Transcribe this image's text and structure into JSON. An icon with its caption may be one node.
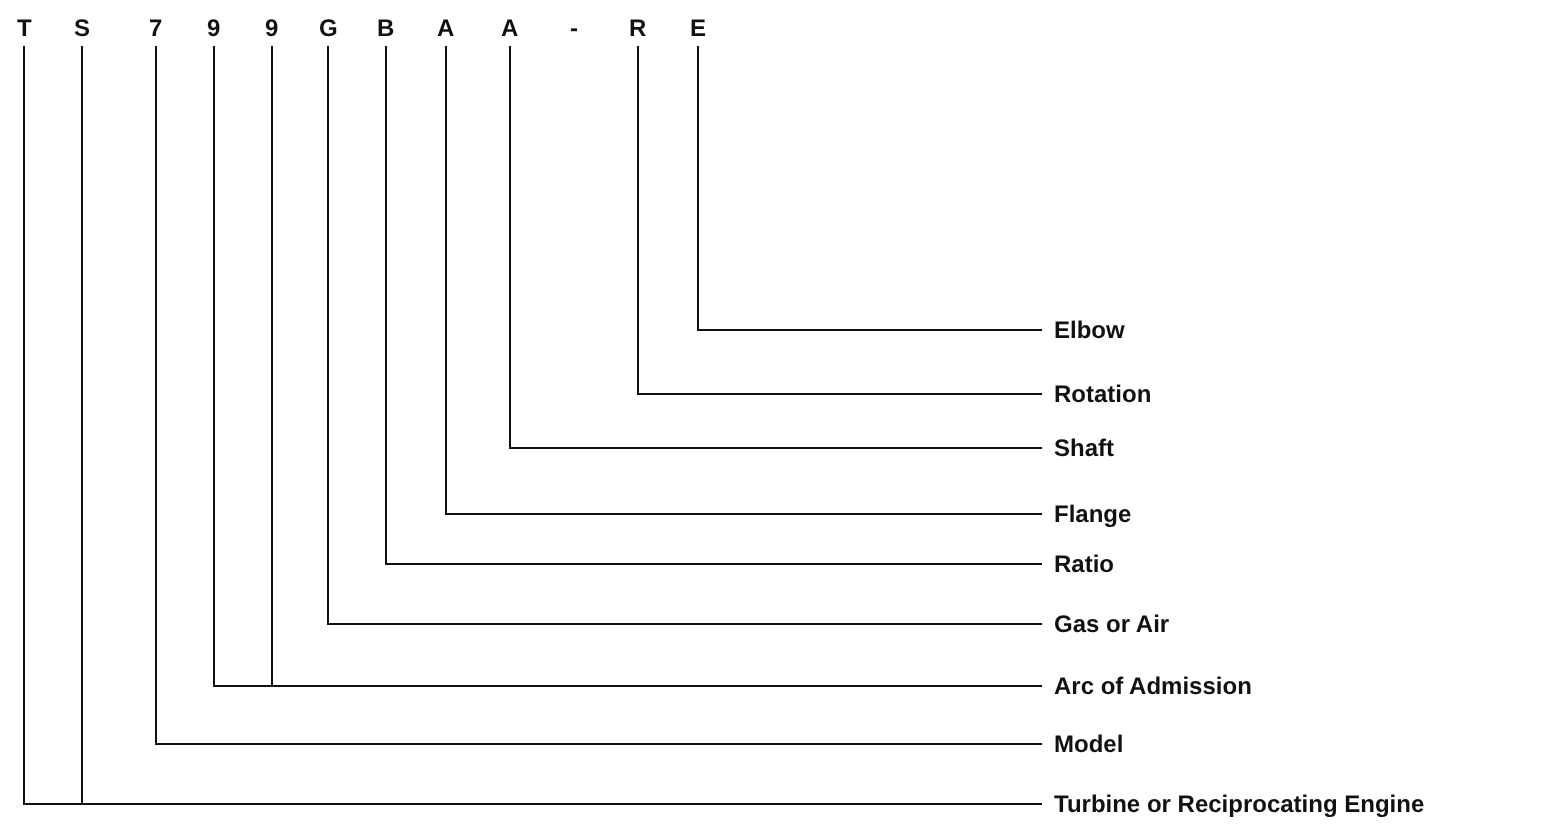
{
  "diagram": {
    "nodes": [
      {
        "text": [
          "T"
        ]
      },
      {
        "text": [
          "S"
        ]
      },
      {
        "text": [
          "7"
        ]
      },
      {
        "text": [
          "9"
        ]
      },
      {
        "text": [
          "9"
        ]
      },
      {
        "text": [
          "G"
        ]
      },
      {
        "text": [
          "B"
        ]
      },
      {
        "text": [
          "A"
        ]
      },
      {
        "text": [
          "A"
        ]
      },
      {
        "text": [
          "R"
        ]
      },
      {
        "text": [
          "E"
        ]
      },
      {
        "text": [
          "Elbow"
        ]
      },
      {
        "text": [
          "Rotation"
        ]
      },
      {
        "text": [
          "Shaft"
        ]
      },
      {
        "text": [
          "Flange"
        ]
      },
      {
        "text": [
          "Ratio"
        ]
      },
      {
        "text": [
          "Gas or Air"
        ]
      },
      {
        "text": [
          "Arc of Admission"
        ]
      },
      {
        "text": [
          "Model"
        ]
      },
      {
        "text": [
          "Turbine or Reciprocating Engine"
        ]
      }
    ],
    "edges": [
      {
        "from": 0,
        "to": 19,
        "arrow": "none"
      },
      {
        "from": 1,
        "to": 19,
        "arrow": "none"
      },
      {
        "from": 2,
        "to": 18,
        "arrow": "none"
      },
      {
        "from": 3,
        "to": 17,
        "arrow": "none"
      },
      {
        "from": 4,
        "to": 17,
        "arrow": "none"
      },
      {
        "from": 5,
        "to": 16,
        "arrow": "none"
      },
      {
        "from": 6,
        "to": 15,
        "arrow": "none"
      },
      {
        "from": 7,
        "to": 14,
        "arrow": "none"
      },
      {
        "from": 8,
        "to": 13,
        "arrow": "none"
      },
      {
        "from": 9,
        "to": 12,
        "arrow": "none"
      },
      {
        "from": 10,
        "to": 11,
        "arrow": "none"
      }
    ],
    "labels": [
      "-"
    ]
  }
}
